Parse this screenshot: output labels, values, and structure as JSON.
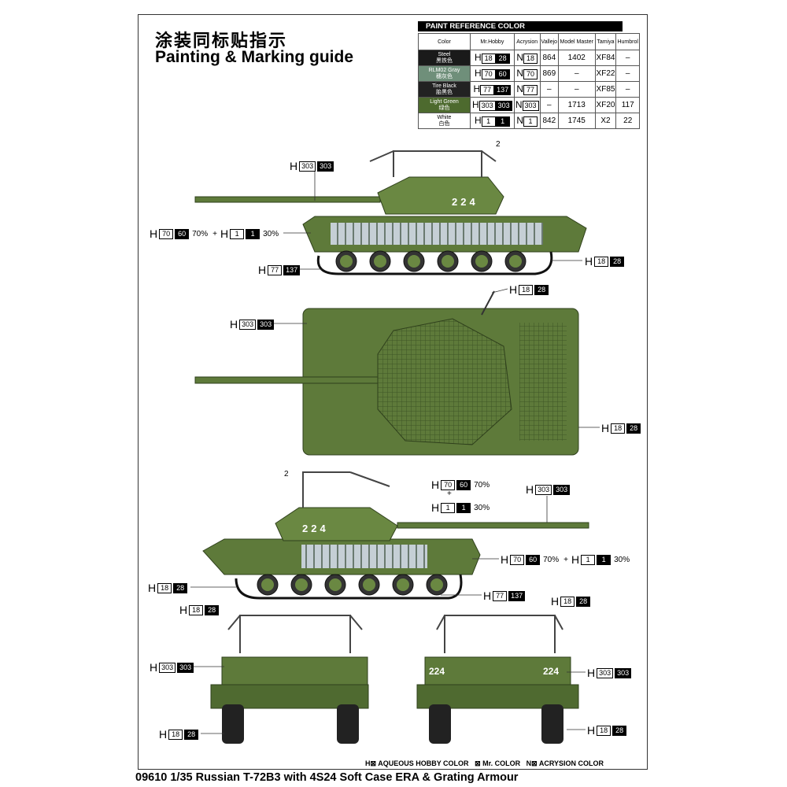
{
  "title_cn": "涂装同标贴指示",
  "title_en": "Painting & Marking guide",
  "table": {
    "title": "PAINT  REFERENCE COLOR",
    "headers": [
      "Color",
      "Mr.Hobby",
      "Acrysion",
      "Vallejo",
      "Model Master",
      "Tamiya",
      "Humbrol"
    ],
    "rows": [
      {
        "name": "Steel",
        "cn": "黑铁色",
        "color": "#1a1a1a",
        "h1": "18",
        "h2": "28",
        "n": "18",
        "vallejo": "864",
        "mm": "1402",
        "tamiya": "XF84",
        "humbrol": "–"
      },
      {
        "name": "RLM02 Gray",
        "cn": "穗灰色",
        "color": "#6f8f7a",
        "h1": "70",
        "h2": "60",
        "n": "70",
        "vallejo": "869",
        "mm": "–",
        "tamiya": "XF22",
        "humbrol": "–"
      },
      {
        "name": "Tire Black",
        "cn": "胎黑色",
        "color": "#222222",
        "h1": "77",
        "h2": "137",
        "n": "77",
        "vallejo": "–",
        "mm": "–",
        "tamiya": "XF85",
        "humbrol": "–"
      },
      {
        "name": "Light Green",
        "cn": "绿色",
        "color": "#4d6a2e",
        "h1": "303",
        "h2": "303",
        "n": "303",
        "vallejo": "–",
        "mm": "1713",
        "tamiya": "XF20",
        "humbrol": "117"
      },
      {
        "name": "White",
        "cn": "白色",
        "color": "#ffffff",
        "h1": "1",
        "h2": "1",
        "n": "1",
        "vallejo": "842",
        "mm": "1745",
        "tamiya": "X2",
        "humbrol": "22"
      }
    ]
  },
  "prefix_h": "H",
  "prefix_n": "N",
  "tank_number": "224",
  "part_number": "2",
  "callouts": {
    "c303": {
      "a": "303",
      "b": "303"
    },
    "c18": {
      "a": "18",
      "b": "28"
    },
    "c77": {
      "a": "77",
      "b": "137"
    },
    "mix": {
      "a": "70",
      "b": "60",
      "pa": "70%",
      "plus": "+",
      "c": "1",
      "d": "1",
      "pc": "30%"
    }
  },
  "legend": {
    "h": "H⊠ AQUEOUS HOBBY COLOR",
    "m": "⊠ Mr. COLOR",
    "n": "N⊠ ACRYSION COLOR"
  },
  "footer": "09610 1/35  Russian T-72B3 with 4S24 Soft Case ERA & Grating Armour"
}
